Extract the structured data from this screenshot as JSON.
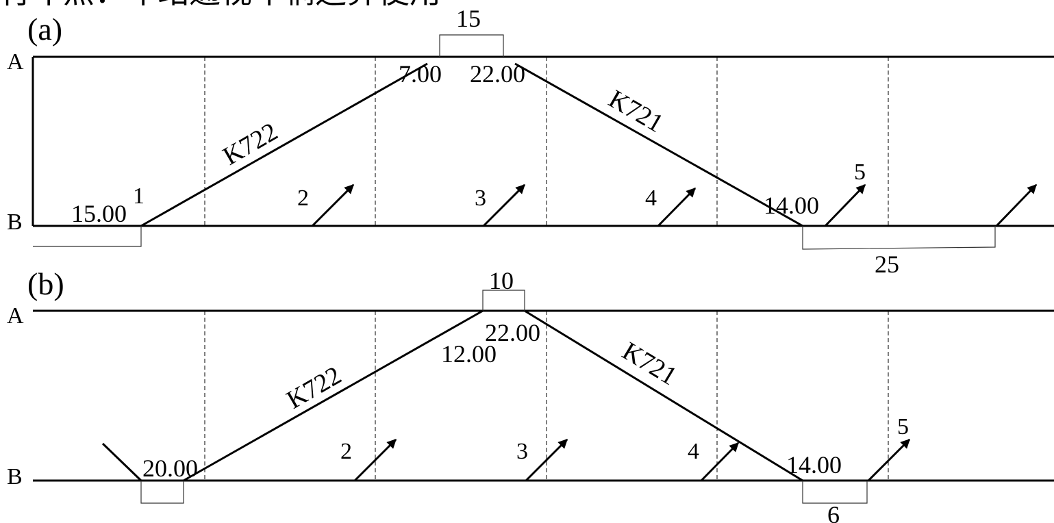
{
  "header_text": "行车点：车站通视车辆运算使用",
  "colors": {
    "ink": "#000000",
    "background": "#ffffff",
    "bracket": "#333333"
  },
  "panel_a": {
    "label": "(a)",
    "top_track": "A",
    "bottom_track": "B",
    "times": {
      "left_b": "15.00",
      "apex_left": "7.00",
      "apex_right": "22.00",
      "right_b": "14.00"
    },
    "trains": {
      "up": "K722",
      "down": "K721"
    },
    "intervals": {
      "apex_gap": "15",
      "bottom_gap": "25"
    },
    "arrow_labels": [
      "1",
      "2",
      "3",
      "4",
      "5"
    ]
  },
  "panel_b": {
    "label": "(b)",
    "top_track": "A",
    "bottom_track": "B",
    "times": {
      "left_b": "20.00",
      "apex_left": "12.00",
      "apex_right": "22.00",
      "right_b": "14.00"
    },
    "trains": {
      "up": "K722",
      "down": "K721"
    },
    "intervals": {
      "apex_gap": "10",
      "bottom_gap": "6"
    },
    "arrow_labels": [
      "2",
      "3",
      "4",
      "5"
    ]
  }
}
